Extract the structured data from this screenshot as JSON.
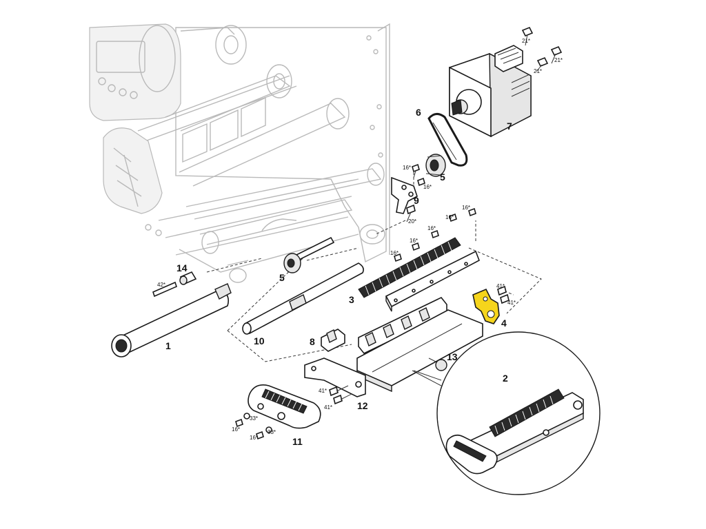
{
  "diagram": {
    "callouts": [
      {
        "id": "1",
        "label": "1"
      },
      {
        "id": "2",
        "label": "2"
      },
      {
        "id": "3",
        "label": "3"
      },
      {
        "id": "4",
        "label": "4"
      },
      {
        "id": "5a",
        "label": "5"
      },
      {
        "id": "5b",
        "label": "5"
      },
      {
        "id": "6",
        "label": "6"
      },
      {
        "id": "7",
        "label": "7"
      },
      {
        "id": "8",
        "label": "8"
      },
      {
        "id": "9",
        "label": "9"
      },
      {
        "id": "10",
        "label": "10"
      },
      {
        "id": "11",
        "label": "11"
      },
      {
        "id": "12",
        "label": "12"
      },
      {
        "id": "13",
        "label": "13"
      },
      {
        "id": "14",
        "label": "14"
      }
    ],
    "screw_labels": [
      {
        "id": "s21a",
        "label": "21*"
      },
      {
        "id": "s21b",
        "label": "21*"
      },
      {
        "id": "s21c",
        "label": "21*"
      },
      {
        "id": "s16a",
        "label": "16*"
      },
      {
        "id": "s16b",
        "label": "16*"
      },
      {
        "id": "s20",
        "label": "20*"
      },
      {
        "id": "s16c",
        "label": "16*"
      },
      {
        "id": "s16d",
        "label": "16*"
      },
      {
        "id": "s16e",
        "label": "16*"
      },
      {
        "id": "s16f",
        "label": "16*"
      },
      {
        "id": "s16g",
        "label": "16*"
      },
      {
        "id": "s42",
        "label": "42*"
      },
      {
        "id": "s41a",
        "label": "41*"
      },
      {
        "id": "s41b",
        "label": "41*"
      },
      {
        "id": "s41c",
        "label": "41*"
      },
      {
        "id": "s41d",
        "label": "41*"
      },
      {
        "id": "s33a",
        "label": "33*"
      },
      {
        "id": "s33b",
        "label": "33*"
      },
      {
        "id": "s16h",
        "label": "16*"
      },
      {
        "id": "s16i",
        "label": "16*"
      }
    ],
    "colors": {
      "highlight": "#f6d51c",
      "line": "#1a1a1a",
      "ghost": "#b9b9b9"
    }
  }
}
